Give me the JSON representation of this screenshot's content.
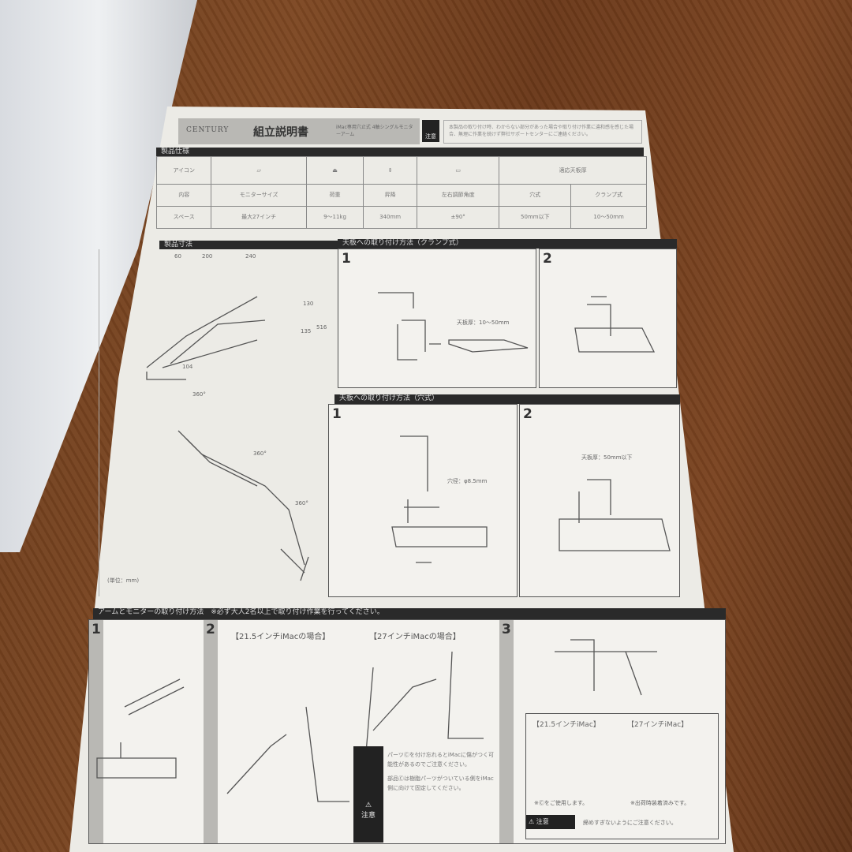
{
  "header": {
    "brand": "CENTURY",
    "title": "組立説明書",
    "subtitle": "iMac専用穴止式 4軸シングルモニターアーム",
    "warning_label": "注意",
    "warning_text": "本製品の取り付け時、わからない部分があった場合や取り付け作業に違和感を感じた場合、無理に作業を続けず弊社サポートセンターにご連絡ください。"
  },
  "specs": {
    "section": "製品仕様",
    "row_labels": [
      "アイコン",
      "内容",
      "スペース"
    ],
    "columns": [
      {
        "label": "モニターサイズ",
        "value": "最大27インチ",
        "icon": "monitor-size-icon"
      },
      {
        "label": "荷重",
        "value": "9～11kg",
        "icon": "weight-icon"
      },
      {
        "label": "昇降",
        "value": "340mm",
        "icon": "height-adjust-icon"
      },
      {
        "label": "左右調節角度",
        "value": "±90°",
        "icon": "swivel-icon"
      }
    ],
    "thickness": {
      "label": "適応天板厚",
      "hole": {
        "label": "穴式",
        "value": "50mm以下"
      },
      "clamp": {
        "label": "クランプ式",
        "value": "10～50mm"
      }
    }
  },
  "dimensions": {
    "section": "製品寸法",
    "labels": [
      "60",
      "200",
      "240",
      "130",
      "135",
      "516",
      "104",
      "360°",
      "360°",
      "360°"
    ],
    "unit": "(単位：mm)"
  },
  "clamp": {
    "section": "天板への取り付け方法（クランプ式）",
    "steps": [
      "1",
      "2"
    ],
    "thickness": "天板厚：10～50mm"
  },
  "grommet": {
    "section": "天板への取り付け方法（穴式）",
    "steps": [
      "1",
      "2"
    ],
    "hole": "穴径：φ8.5mm",
    "thickness": "天板厚：50mm以下"
  },
  "monitor": {
    "section": "アームとモニターの取り付け方法　※必ず大人2名以上で取り付け作業を行ってください。",
    "steps": [
      "1",
      "2",
      "3"
    ],
    "case_215": "【21.5インチiMacの場合】",
    "case_27": "【27インチiMacの場合】",
    "caution_label": "注意",
    "caution_lines": [
      "パーツⒸを付け忘れるとiMacに傷がつく可能性があるのでご注意ください。",
      "部品Ⓒは樹脂パーツがついている側をiMac側に向けて固定してください。"
    ],
    "detail_215": "【21.5インチiMac】",
    "detail_27": "【27インチiMac】",
    "note_215": "※Ⓒをご使用します。",
    "note_27": "※出荷時装着済みです。",
    "bottom_caution": "締めすぎないようにご注意ください。"
  }
}
